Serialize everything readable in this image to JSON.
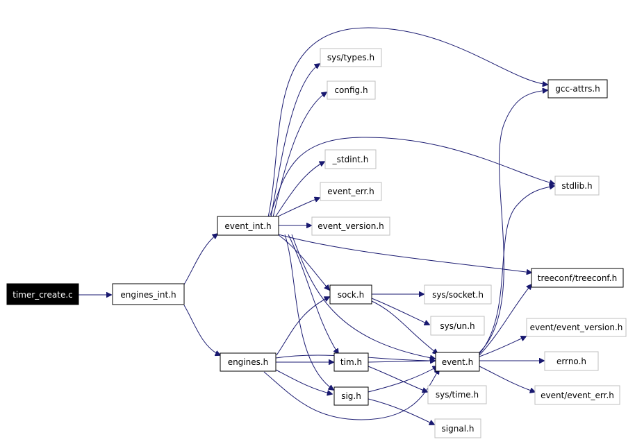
{
  "graph": {
    "edge_color": "#191970",
    "nodes": {
      "timer_create_c": {
        "label": "timer_create.c",
        "style": "root"
      },
      "engines_int_h": {
        "label": "engines_int.h",
        "style": "solid"
      },
      "event_int_h": {
        "label": "event_int.h",
        "style": "solid"
      },
      "engines_h": {
        "label": "engines.h",
        "style": "solid"
      },
      "sys_types_h": {
        "label": "sys/types.h",
        "style": "faint"
      },
      "config_h": {
        "label": "config.h",
        "style": "faint"
      },
      "stdint_h": {
        "label": "_stdint.h",
        "style": "faint"
      },
      "event_err_h": {
        "label": "event_err.h",
        "style": "faint"
      },
      "event_version_h": {
        "label": "event_version.h",
        "style": "faint"
      },
      "sock_h": {
        "label": "sock.h",
        "style": "solid"
      },
      "tim_h": {
        "label": "tim.h",
        "style": "solid"
      },
      "sig_h": {
        "label": "sig.h",
        "style": "solid"
      },
      "sys_socket_h": {
        "label": "sys/socket.h",
        "style": "faint"
      },
      "sys_un_h": {
        "label": "sys/un.h",
        "style": "faint"
      },
      "event_h": {
        "label": "event.h",
        "style": "solid"
      },
      "sys_time_h": {
        "label": "sys/time.h",
        "style": "faint"
      },
      "signal_h": {
        "label": "signal.h",
        "style": "faint"
      },
      "gcc_attrs_h": {
        "label": "gcc-attrs.h",
        "style": "solid"
      },
      "stdlib_h": {
        "label": "stdlib.h",
        "style": "faint"
      },
      "treeconf_h": {
        "label": "treeconf/treeconf.h",
        "style": "solid"
      },
      "event_event_version_h": {
        "label": "event/event_version.h",
        "style": "faint"
      },
      "errno_h": {
        "label": "errno.h",
        "style": "faint"
      },
      "event_event_err_h": {
        "label": "event/event_err.h",
        "style": "faint"
      }
    },
    "edges": [
      [
        "timer_create_c",
        "engines_int_h"
      ],
      [
        "engines_int_h",
        "event_int_h"
      ],
      [
        "engines_int_h",
        "engines_h"
      ],
      [
        "event_int_h",
        "sys_types_h"
      ],
      [
        "event_int_h",
        "config_h"
      ],
      [
        "event_int_h",
        "stdint_h"
      ],
      [
        "event_int_h",
        "event_err_h"
      ],
      [
        "event_int_h",
        "event_version_h"
      ],
      [
        "event_int_h",
        "gcc_attrs_h"
      ],
      [
        "event_int_h",
        "stdlib_h"
      ],
      [
        "event_int_h",
        "treeconf_h"
      ],
      [
        "event_int_h",
        "sock_h"
      ],
      [
        "event_int_h",
        "tim_h"
      ],
      [
        "event_int_h",
        "sig_h"
      ],
      [
        "event_int_h",
        "event_h"
      ],
      [
        "engines_h",
        "sock_h"
      ],
      [
        "engines_h",
        "tim_h"
      ],
      [
        "engines_h",
        "sig_h"
      ],
      [
        "engines_h",
        "event_h"
      ],
      [
        "engines_h",
        "event_h"
      ],
      [
        "sock_h",
        "sys_socket_h"
      ],
      [
        "sock_h",
        "sys_un_h"
      ],
      [
        "sock_h",
        "event_h"
      ],
      [
        "tim_h",
        "event_h"
      ],
      [
        "tim_h",
        "sys_time_h"
      ],
      [
        "sig_h",
        "event_h"
      ],
      [
        "sig_h",
        "signal_h"
      ],
      [
        "event_h",
        "gcc_attrs_h"
      ],
      [
        "event_h",
        "stdlib_h"
      ],
      [
        "event_h",
        "treeconf_h"
      ],
      [
        "event_h",
        "event_event_version_h"
      ],
      [
        "event_h",
        "errno_h"
      ],
      [
        "event_h",
        "event_event_err_h"
      ]
    ]
  }
}
